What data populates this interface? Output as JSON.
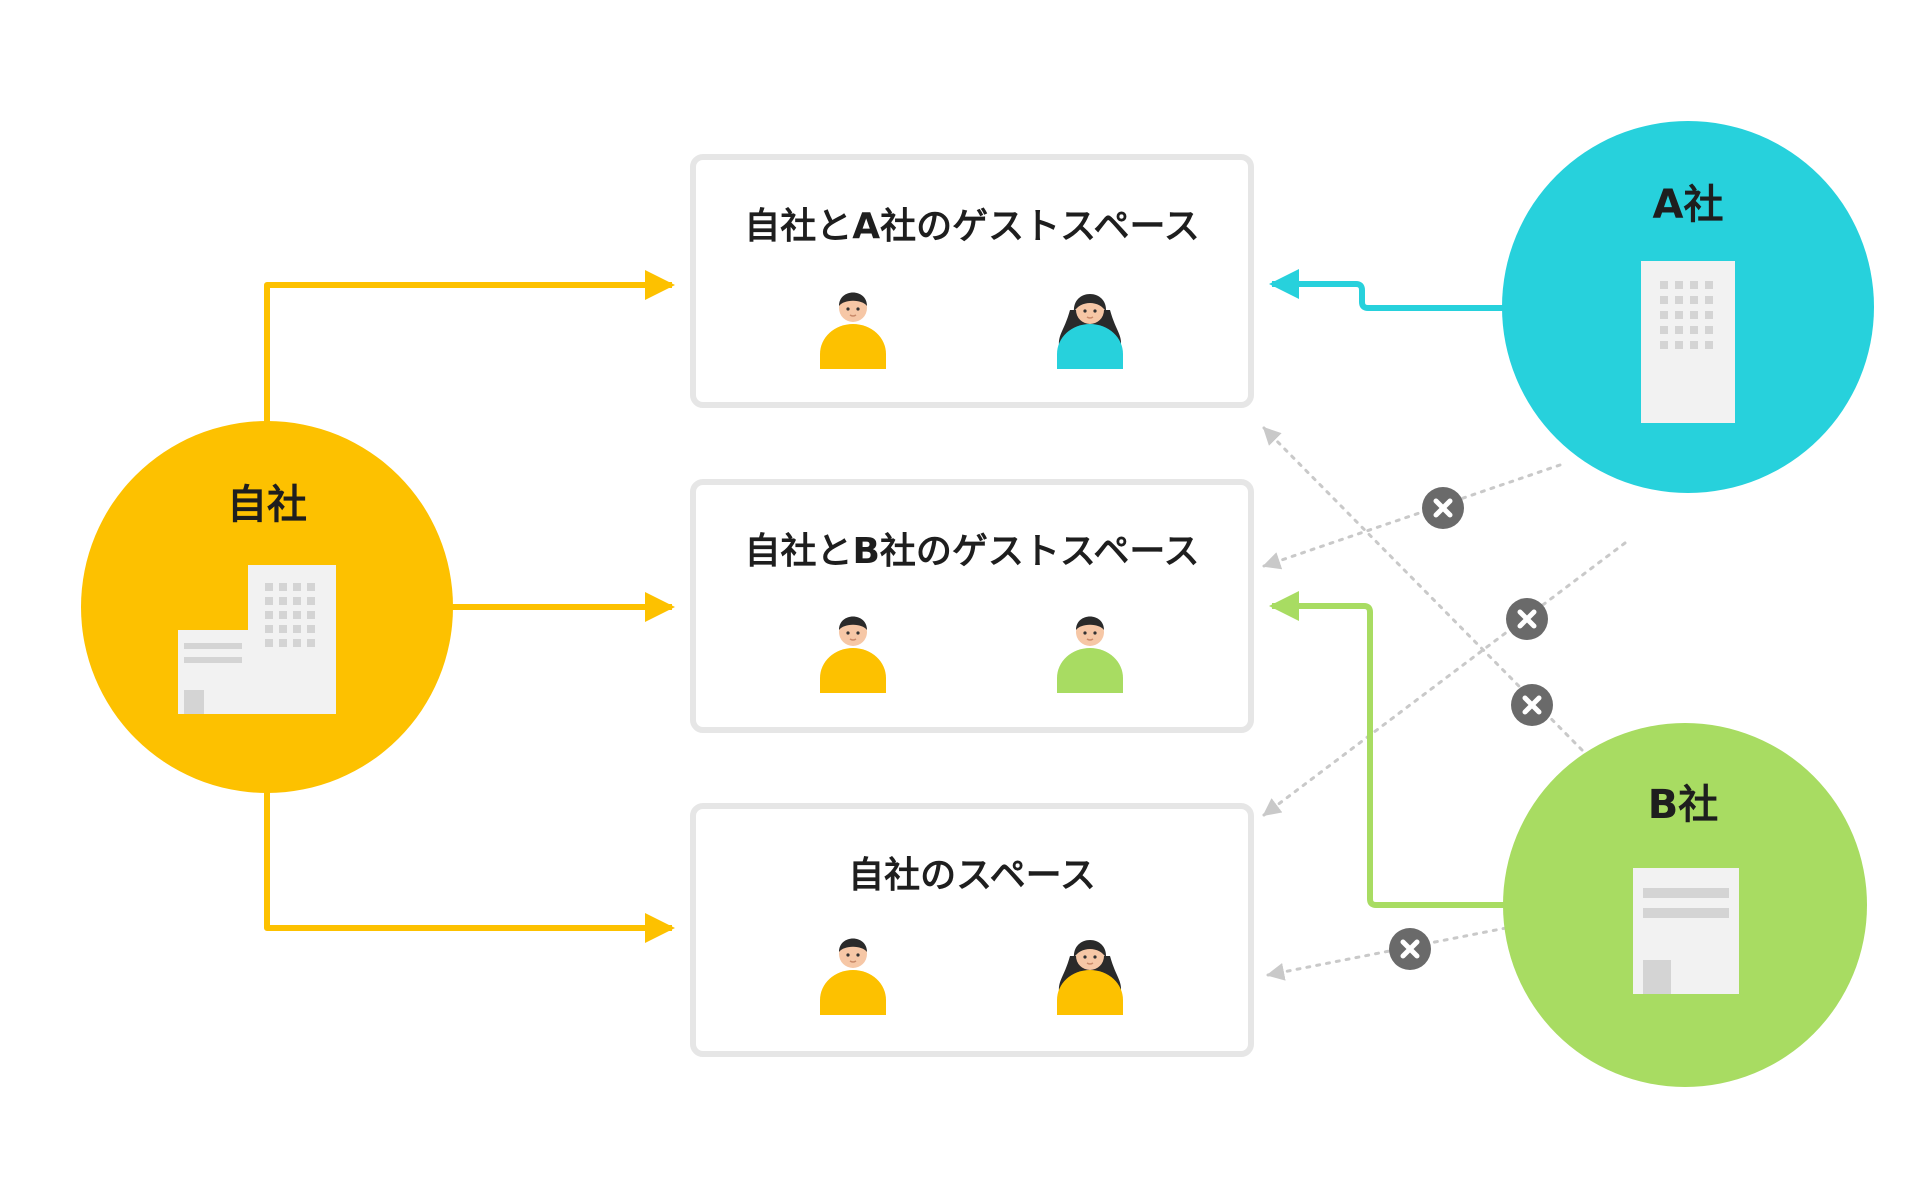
{
  "companies": {
    "own": {
      "label": "自社",
      "color": "#FDC100"
    },
    "a": {
      "label": "A社",
      "color": "#27D1DC"
    },
    "b": {
      "label": "B社",
      "color": "#A8DC62"
    }
  },
  "spaces": [
    {
      "title": "自社とA社のゲストスペース"
    },
    {
      "title": "自社とB社のゲストスペース"
    },
    {
      "title": "自社のスペース"
    }
  ],
  "colors": {
    "box_border": "#e6e6e6",
    "blocked_line": "#c9c9c9",
    "blocked_marker": "#6a6a6a",
    "building": "#f2f2f2",
    "building_detail": "#d4d4d4"
  },
  "icons": [
    "building-icon",
    "person-icon",
    "blocked-x-icon",
    "arrow-icon"
  ]
}
